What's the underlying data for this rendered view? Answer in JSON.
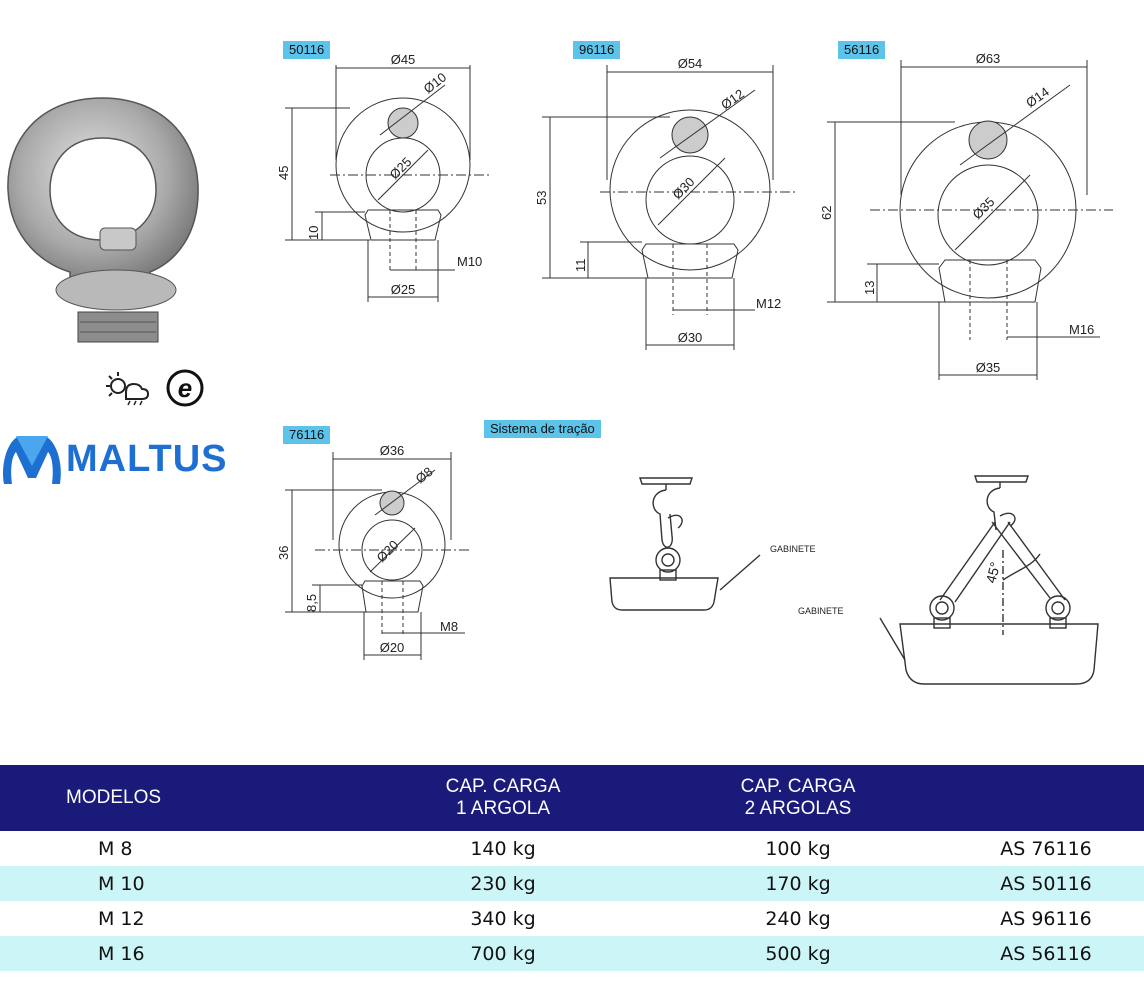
{
  "tags": {
    "m50116": "50116",
    "m96116": "96116",
    "m56116": "56116",
    "m76116": "76116",
    "sistema": "Sistema de tração"
  },
  "drawings": {
    "d50116": {
      "outer": "Ø45",
      "pin": "Ø10",
      "inner": "Ø25",
      "height": "45",
      "neck": "10",
      "thread": "M10",
      "base": "Ø25"
    },
    "d96116": {
      "outer": "Ø54",
      "pin": "Ø12",
      "inner": "Ø30",
      "height": "53",
      "neck": "11",
      "thread": "M12",
      "base": "Ø30"
    },
    "d56116": {
      "outer": "Ø63",
      "pin": "Ø14",
      "inner": "Ø35",
      "height": "62",
      "neck": "13",
      "thread": "M16",
      "base": "Ø35"
    },
    "d76116": {
      "outer": "Ø36",
      "pin": "Ø8",
      "inner": "Ø20",
      "height": "36",
      "neck": "8,5",
      "thread": "M8",
      "base": "Ø20"
    }
  },
  "traction": {
    "cabinet1": "GABINETE",
    "cabinet2": "GABINETE",
    "angle": "45°"
  },
  "brand": {
    "name": "MALTUS",
    "color": "#1e6fd2"
  },
  "icons": [
    "weather-icon",
    "e-mark-icon"
  ],
  "table": {
    "header": {
      "col1": "MODELOS",
      "col2_l1": "CAP. CARGA",
      "col2_l2": "1 ARGOLA",
      "col3_l1": "CAP. CARGA",
      "col3_l2": "2 ARGOLAS"
    },
    "rows": [
      {
        "model": "M 8",
        "cap1": "140 kg",
        "cap2": "100 kg",
        "code": "AS 76116"
      },
      {
        "model": "M 10",
        "cap1": "230 kg",
        "cap2": "170 kg",
        "code": "AS 50116"
      },
      {
        "model": "M 12",
        "cap1": "340 kg",
        "cap2": "240 kg",
        "code": "AS 96116"
      },
      {
        "model": "M 16",
        "cap1": "700 kg",
        "cap2": "500 kg",
        "code": "AS 56116"
      }
    ]
  },
  "colors": {
    "header_bg": "#1a1a7a",
    "stripe": "#ccf5f7",
    "tag": "#5cc3ea"
  }
}
